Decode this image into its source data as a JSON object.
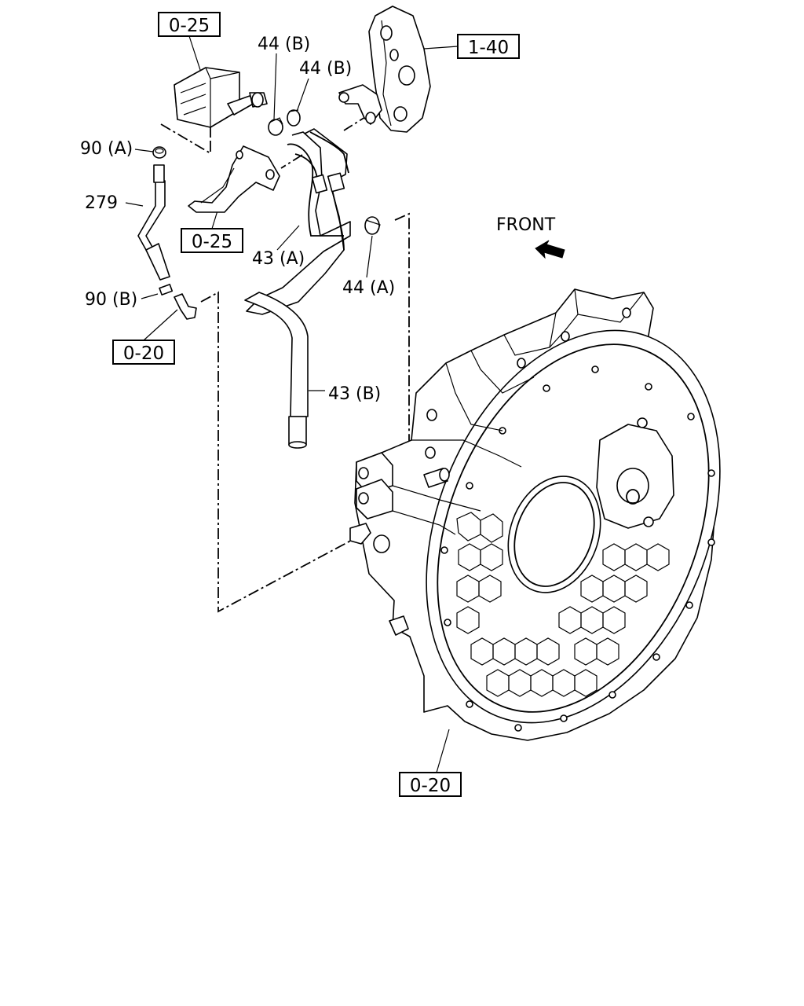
{
  "labels": {
    "ref_0_25_top": "0-25",
    "ref_1_40": "1-40",
    "ref_0_25_mid": "0-25",
    "ref_0_20_left": "0-20",
    "ref_0_20_bottom": "0-20",
    "p44b_1": "44 (B)",
    "p44b_2": "44 (B)",
    "p90a": "90 (A)",
    "p279": "279",
    "p43a": "43 (A)",
    "p44a": "44 (A)",
    "p90b": "90 (B)",
    "p43b": "43 (B)",
    "front": "FRONT"
  },
  "icons": {
    "front_arrow": "front-arrow-icon"
  }
}
